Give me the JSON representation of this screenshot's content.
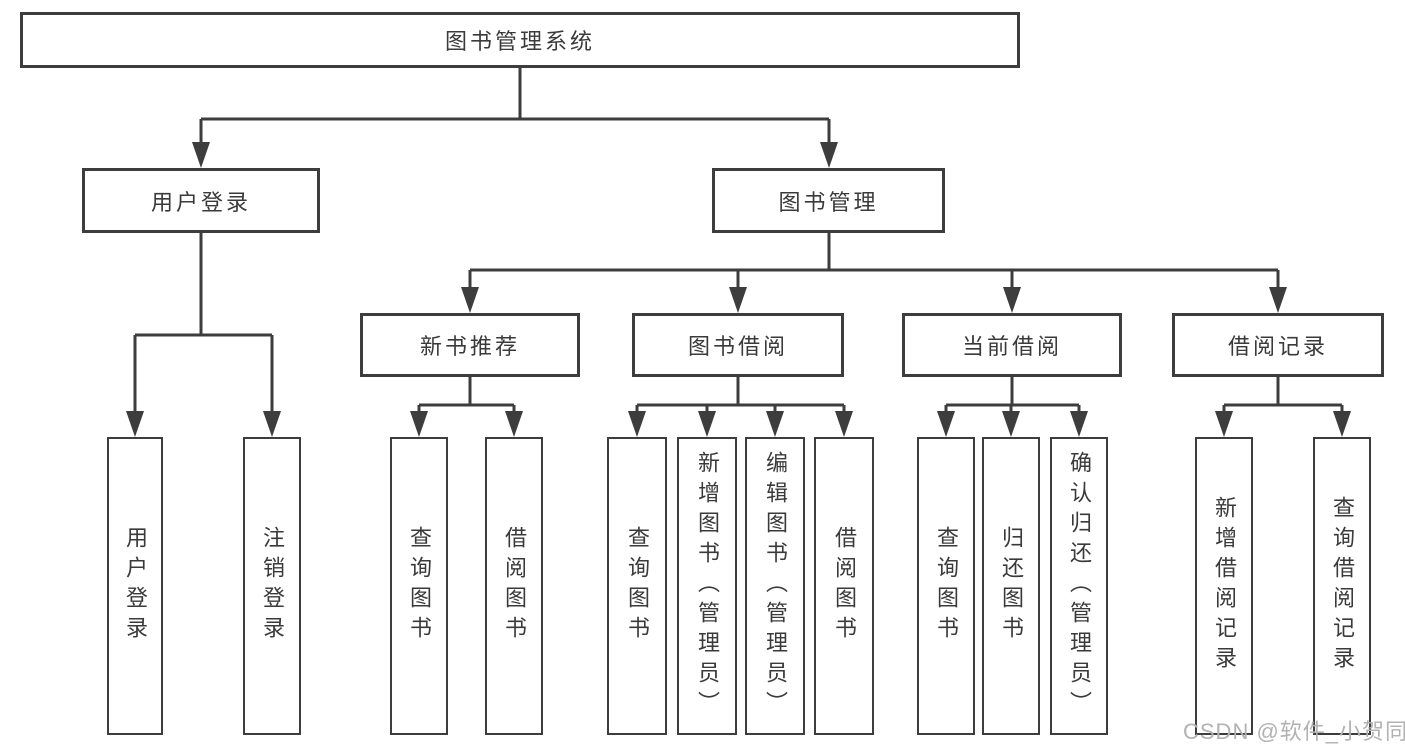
{
  "diagram": {
    "root": {
      "label": "图书管理系统",
      "children": [
        {
          "label": "用户登录",
          "children": [
            {
              "label": "用户登录"
            },
            {
              "label": "注销登录"
            }
          ]
        },
        {
          "label": "图书管理",
          "children": [
            {
              "label": "新书推荐",
              "children": [
                {
                  "label": "查询图书"
                },
                {
                  "label": "借阅图书"
                }
              ]
            },
            {
              "label": "图书借阅",
              "children": [
                {
                  "label": "查询图书"
                },
                {
                  "label": "新增图书（管理员）"
                },
                {
                  "label": "编辑图书（管理员）"
                },
                {
                  "label": "借阅图书"
                }
              ]
            },
            {
              "label": "当前借阅",
              "children": [
                {
                  "label": "查询图书"
                },
                {
                  "label": "归还图书"
                },
                {
                  "label": "确认归还（管理员）"
                }
              ]
            },
            {
              "label": "借阅记录",
              "children": [
                {
                  "label": "新增借阅记录"
                },
                {
                  "label": "查询借阅记录"
                }
              ]
            }
          ]
        }
      ]
    }
  },
  "watermark": {
    "text": "CSDN @软件_小贺同学"
  },
  "colors": {
    "line": "#3d3d3d",
    "box_border": "#3d3d3d",
    "text": "#3a3a3a",
    "background": "#ffffff",
    "watermark": "#b2b2b2"
  }
}
